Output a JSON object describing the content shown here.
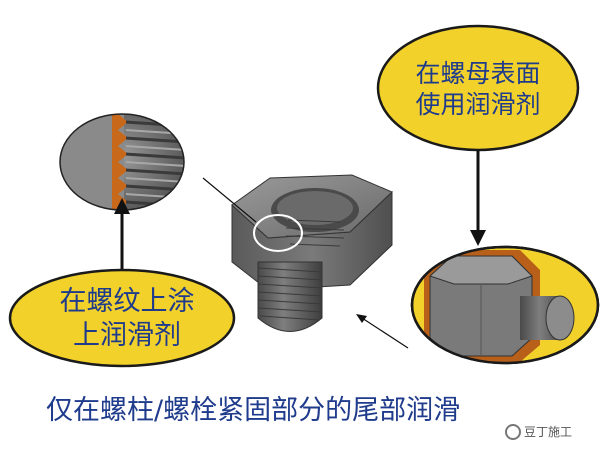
{
  "labels": {
    "nut_surface": "在螺母表面\n使用润滑剂",
    "thread": "在螺纹上涂\n上润滑剂"
  },
  "caption": "仅在螺柱/螺栓紧固部分的尾部润滑",
  "watermark": "豆丁施工",
  "colors": {
    "bubble_fill": "#f2d12b",
    "bubble_stroke": "#1a1a1a",
    "text": "#1f3b8c",
    "metal": "#6e6e6e",
    "lubricant": "#c8681b"
  },
  "icons": [
    "wechat-logo-icon"
  ]
}
